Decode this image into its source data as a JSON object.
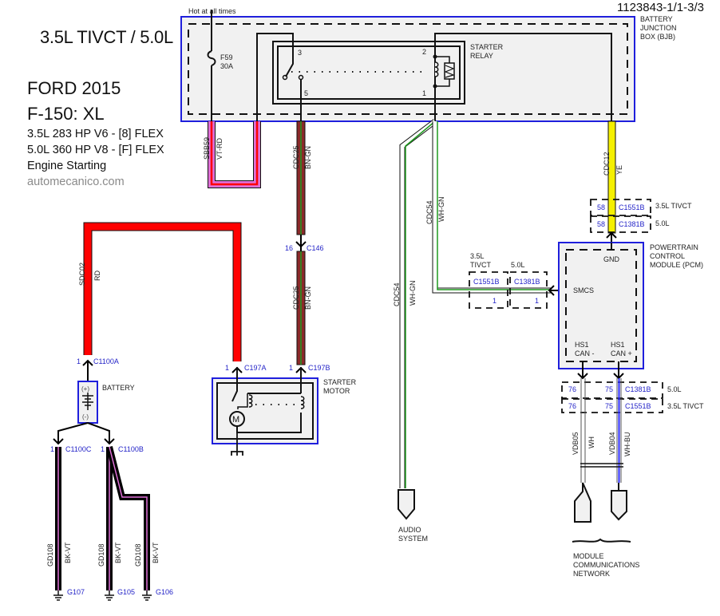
{
  "header": {
    "engine_title": "3.5L TIVCT / 5.0L",
    "make_year": "FORD 2015",
    "model": "F-150: XL",
    "engines": [
      "3.5L 283 HP V6 - [8] FLEX",
      "5.0L 360 HP V8 - [F]  FLEX"
    ],
    "system": "Engine Starting",
    "website": "automecanico.com",
    "doc_id": "1123843-1/1-3/3"
  },
  "colors": {
    "module_border": "#1f1fdc",
    "connector_text": "#2424c8",
    "wire_red": "#ff0000",
    "wire_violet": "#e070d8",
    "wire_brown": "#8b2a2a",
    "wire_green": "#1e9a1e",
    "wire_yellow": "#f5f000",
    "wire_blue": "#2a2aff",
    "module_fill": "#f1f1f1"
  },
  "bjb": {
    "name": [
      "BATTERY",
      "JUNCTION",
      "BOX (BJB)"
    ],
    "feed_label": "Hot at all times",
    "fuse": {
      "id": "F59",
      "rating": "30A"
    },
    "relay": {
      "name": [
        "STARTER",
        "RELAY"
      ],
      "pins": {
        "p3": "3",
        "p5": "5",
        "p2": "2",
        "p1": "1"
      }
    }
  },
  "wires": {
    "sbb59": {
      "circuit": "SBB59",
      "color": "VT-RD"
    },
    "cdc25_upper": {
      "circuit": "CDC25",
      "color": "BN-GN"
    },
    "cdc25_lower": {
      "circuit": "CDC25",
      "color": "BN-GN"
    },
    "sdc02": {
      "circuit": "SDC02",
      "color": "RD"
    },
    "cdc54_pcm": {
      "circuit": "CDC54",
      "color": "WH-GN"
    },
    "cdc54_audio": {
      "circuit": "CDC54",
      "color": "WH-GN"
    },
    "cdc12": {
      "circuit": "CDC12",
      "color": "YE"
    },
    "vdb05": {
      "circuit": "VDB05",
      "color": "WH"
    },
    "vdb04": {
      "circuit": "VDB04",
      "color": "WH-BU"
    },
    "gd108_a": {
      "circuit": "GD108",
      "color": "BK-VT"
    },
    "gd108_b": {
      "circuit": "GD108",
      "color": "BK-VT"
    },
    "gd108_c": {
      "circuit": "GD108",
      "color": "BK-VT"
    }
  },
  "connectors": {
    "c146": {
      "pin": "16",
      "id": "C146"
    },
    "c197a": {
      "pin": "1",
      "id": "C197A"
    },
    "c197b": {
      "pin": "1",
      "id": "C197B"
    },
    "c1100a": {
      "pin": "1",
      "id": "C1100A"
    },
    "c1100c": {
      "pin": "1",
      "id": "C1100C"
    },
    "c1100b": {
      "pin": "1",
      "id": "C1100B"
    },
    "smcs_tivct": {
      "variant": [
        "3.5L",
        "TIVCT"
      ],
      "id": "C1551B",
      "pin": "1"
    },
    "smcs_50": {
      "variant": "5.0L",
      "id": "C1381B",
      "pin": "1"
    },
    "gnd_tivct": {
      "pin": "58",
      "id": "C1551B",
      "variant": "3.5L TIVCT"
    },
    "gnd_50": {
      "pin": "58",
      "id": "C1381B",
      "variant": "5.0L"
    },
    "can_50": {
      "pin_minus": "76",
      "pin_plus": "75",
      "id": "C1381B",
      "variant": "5.0L"
    },
    "can_tivct": {
      "pin_minus": "76",
      "pin_plus": "75",
      "id": "C1551B",
      "variant": "3.5L TIVCT"
    }
  },
  "components": {
    "battery": {
      "name": "BATTERY",
      "plus": "(+)",
      "minus": "(-)"
    },
    "starter_motor": {
      "name": [
        "STARTER",
        "MOTOR"
      ]
    },
    "pcm": {
      "name": [
        "POWERTRAIN",
        "CONTROL",
        "MODULE (PCM)"
      ],
      "pins": {
        "gnd": "GND",
        "smcs": "SMCS",
        "can_minus": [
          "HS1",
          "CAN -"
        ],
        "can_plus": [
          "HS1",
          "CAN +"
        ]
      }
    },
    "audio": {
      "name": [
        "AUDIO",
        "SYSTEM"
      ]
    },
    "network": {
      "name": [
        "MODULE",
        "COMMUNICATIONS",
        "NETWORK"
      ]
    }
  },
  "grounds": [
    "G107",
    "G105",
    "G106"
  ]
}
